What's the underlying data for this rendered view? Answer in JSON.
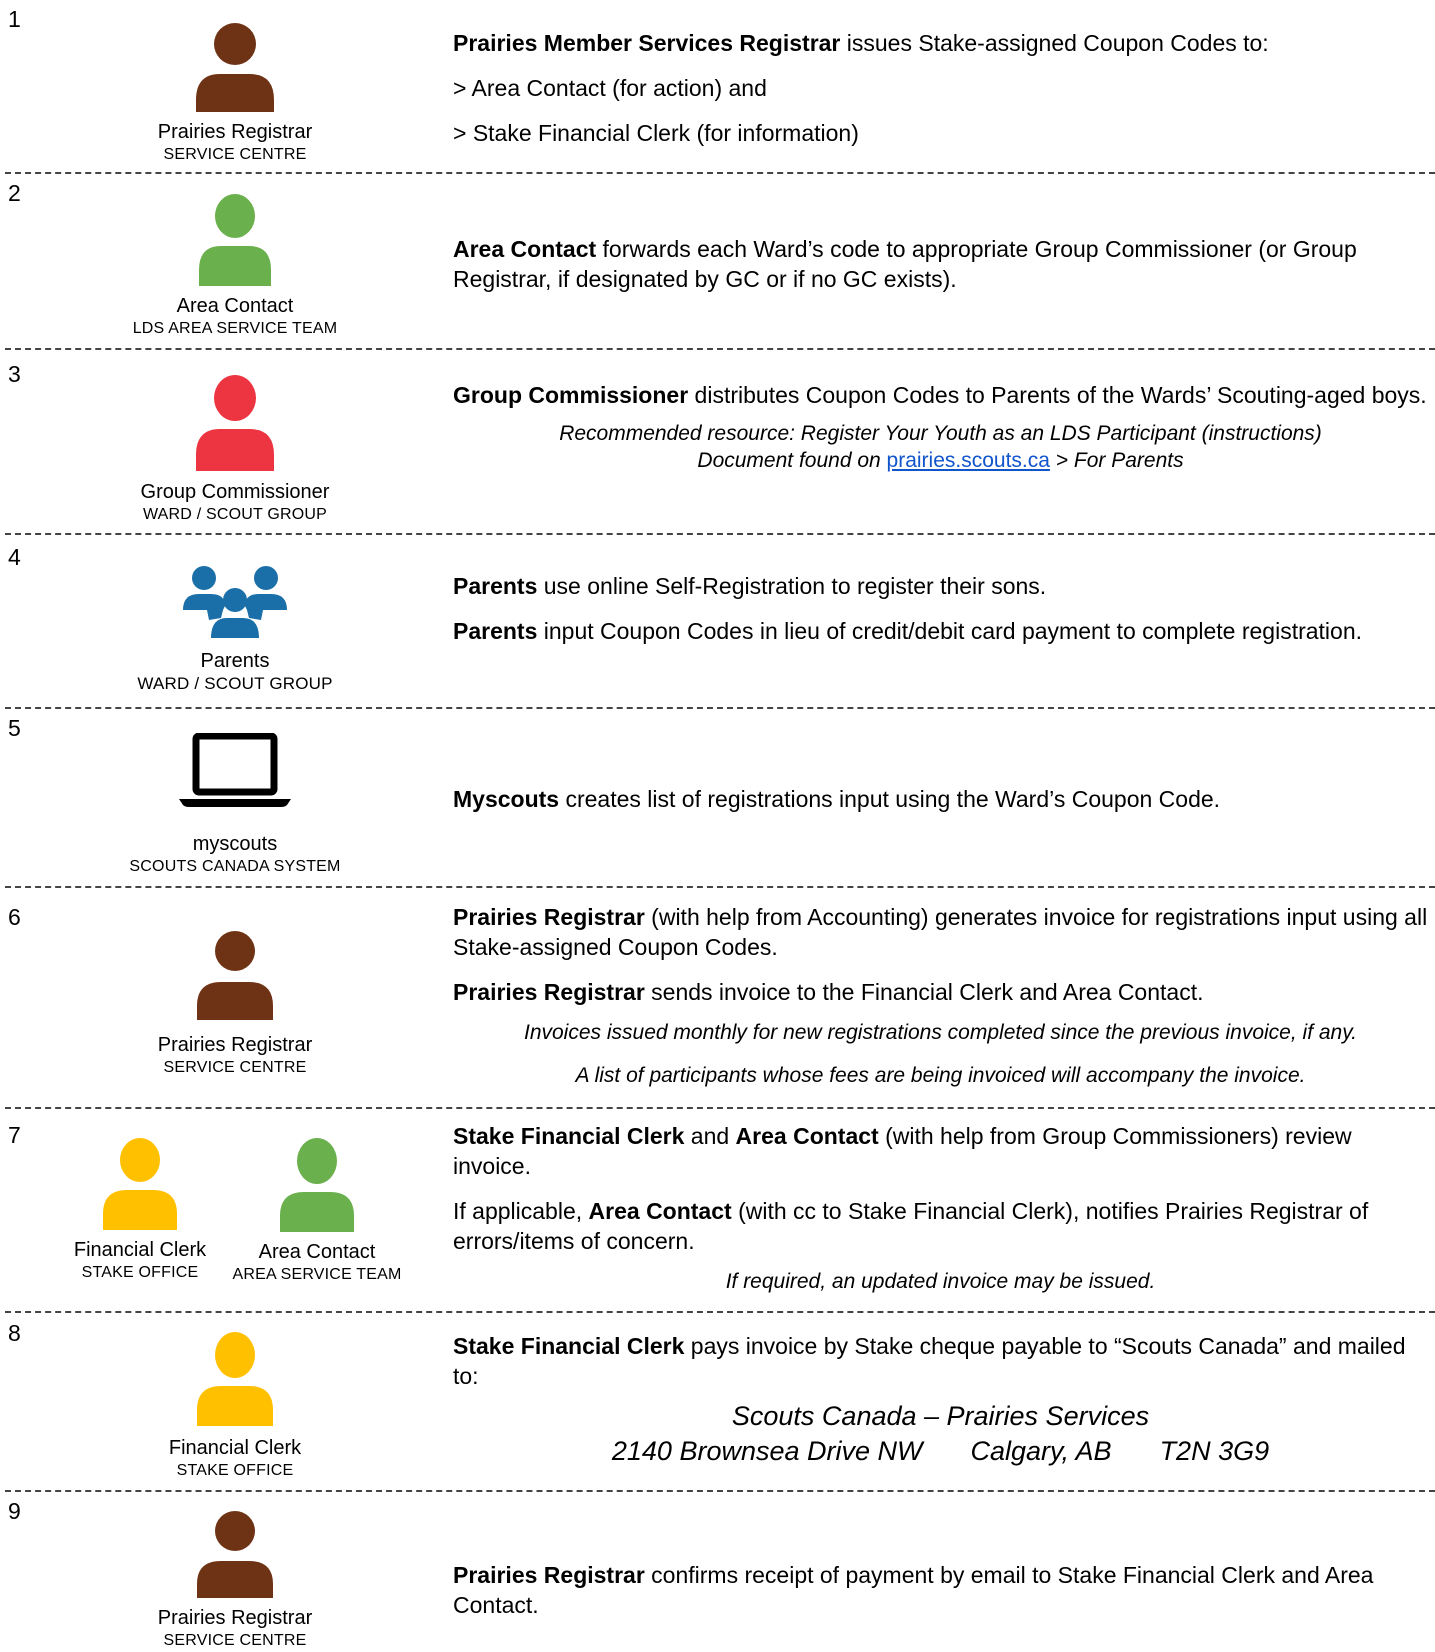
{
  "colors": {
    "registrar": "#6e3214",
    "area_contact": "#6ab04c",
    "group_commissioner": "#ec3540",
    "parents": "#1a6fa8",
    "financial_clerk": "#ffc000",
    "link": "#1155cc"
  },
  "steps": [
    {
      "number": "1",
      "icon": "person-icon",
      "role": "Prairies Registrar",
      "org": "SERVICE CENTRE",
      "p1_bold": "Prairies Member Services Registrar",
      "p1_text": " issues Stake-assigned Coupon Codes to:",
      "p2": "> Area Contact (for action) and",
      "p3": "> Stake Financial Clerk (for information)"
    },
    {
      "number": "2",
      "icon": "person-icon",
      "role": "Area Contact",
      "org": "LDS AREA SERVICE TEAM",
      "p1_bold": "Area Contact",
      "p1_text": " forwards each Ward’s code to appropriate Group Commissioner (or Group Registrar, if designated by GC or if no GC exists)."
    },
    {
      "number": "3",
      "icon": "person-icon",
      "role": "Group Commissioner",
      "org": "WARD / SCOUT GROUP",
      "p1_bold": "Group Commissioner",
      "p1_text": " distributes Coupon Codes to Parents of the Wards’ Scouting-aged boys.",
      "note1": "Recommended resource:  Register Your Youth as an LDS Participant (instructions)",
      "note2_prefix": "Document found on ",
      "note2_link": "prairies.scouts.ca",
      "note2_suffix": " > For Parents"
    },
    {
      "number": "4",
      "icon": "people-group-icon",
      "role": "Parents",
      "org": "WARD / SCOUT GROUP",
      "p1_bold": "Parents",
      "p1_text": " use online Self-Registration to register their sons.",
      "p2_bold": "Parents",
      "p2_text": " input Coupon Codes in lieu of credit/debit card payment to complete registration."
    },
    {
      "number": "5",
      "icon": "laptop-icon",
      "role": "myscouts",
      "org": "SCOUTS CANADA SYSTEM",
      "p1_bold": "Myscouts",
      "p1_text": " creates list of registrations input using the Ward’s Coupon Code."
    },
    {
      "number": "6",
      "icon": "person-icon",
      "role": "Prairies Registrar",
      "org": "SERVICE CENTRE",
      "p1_bold": "Prairies Registrar",
      "p1_text": " (with help from Accounting) generates invoice for registrations input using all Stake-assigned Coupon Codes.",
      "p2_bold": "Prairies Registrar",
      "p2_text": " sends invoice to the Financial Clerk and Area Contact.",
      "note1": "Invoices issued monthly for new registrations completed since the previous invoice, if any.",
      "note2": "A list of participants whose fees are being invoiced will accompany the invoice."
    },
    {
      "number": "7",
      "icon": "person-icon",
      "role": "Financial Clerk",
      "org": "STAKE OFFICE",
      "role_b": "Area Contact",
      "org_b": "AREA SERVICE TEAM",
      "p1_bold": "Stake Financial Clerk",
      "p1_mid": " and ",
      "p1_bold2": "Area Contact",
      "p1_text": " (with help from Group Commissioners) review invoice.",
      "p2_prefix": "If applicable, ",
      "p2_bold": "Area Contact",
      "p2_text": " (with cc to Stake Financial Clerk), notifies Prairies Registrar of errors/items of concern.",
      "note1": "If required, an updated invoice may be issued."
    },
    {
      "number": "8",
      "icon": "person-icon",
      "role": "Financial Clerk",
      "org": "STAKE OFFICE",
      "p1_bold": "Stake Financial Clerk",
      "p1_text": " pays invoice by Stake cheque payable to “Scouts Canada” and mailed to:",
      "addr1": "Scouts Canada – Prairies Services",
      "addr2a": "2140 Brownsea Drive NW",
      "addr2b": "Calgary, AB",
      "addr2c": "T2N 3G9"
    },
    {
      "number": "9",
      "icon": "person-icon",
      "role": "Prairies Registrar",
      "org": "SERVICE CENTRE",
      "p1_bold": "Prairies Registrar",
      "p1_text": " confirms receipt of payment by email to Stake Financial Clerk and Area Contact."
    }
  ]
}
